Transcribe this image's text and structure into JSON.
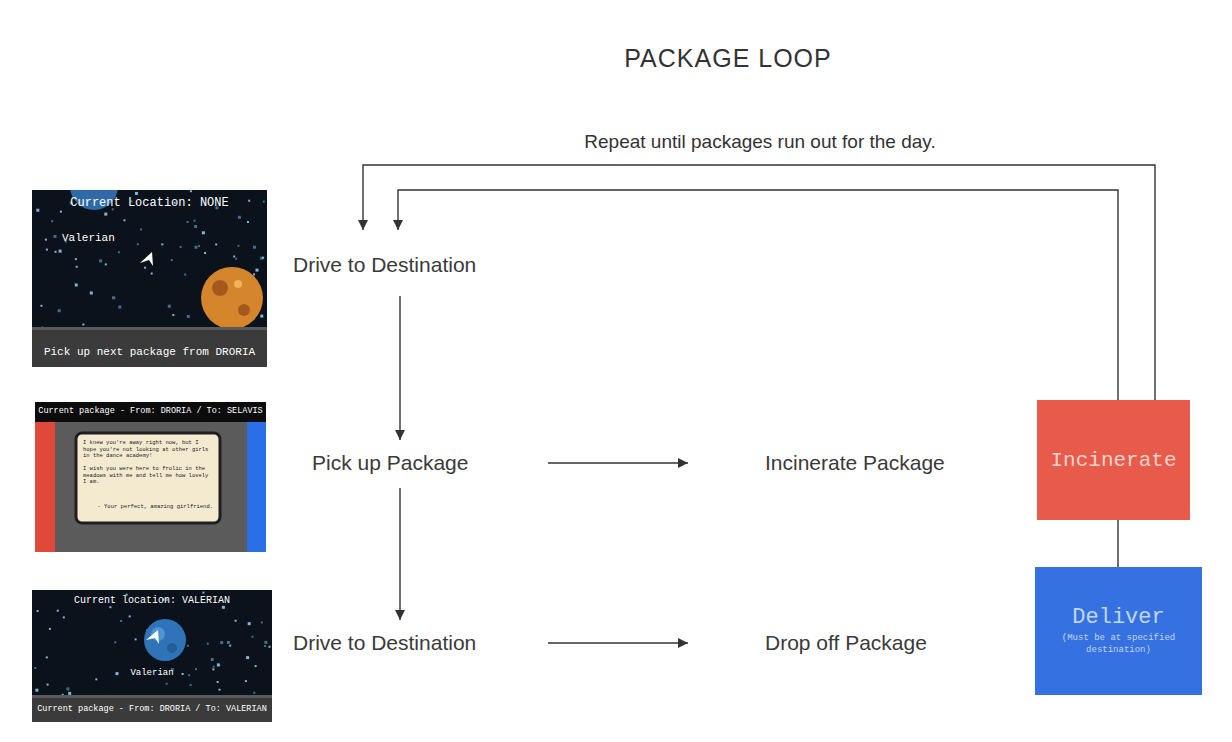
{
  "diagram": {
    "title": "PACKAGE LOOP",
    "nodes": [
      {
        "text": [
          "Drive to Destination"
        ]
      },
      {
        "text": [
          "Pick up Package"
        ]
      },
      {
        "text": [
          "Incinerate Package"
        ]
      },
      {
        "text": [
          "Drive to Destination"
        ]
      },
      {
        "text": [
          "Drop off Package"
        ]
      },
      {
        "text": [
          "Incinerate"
        ]
      },
      {
        "text": [
          "Deliver",
          "(Must be at specified destination)"
        ]
      }
    ],
    "edges": [
      {
        "from": 0,
        "to": 1,
        "arrow": "to"
      },
      {
        "from": 1,
        "to": 2,
        "arrow": "to"
      },
      {
        "from": 1,
        "to": 3,
        "arrow": "to"
      },
      {
        "from": 3,
        "to": 4,
        "arrow": "to"
      },
      {
        "from": 5,
        "to": 0,
        "arrow": "to"
      },
      {
        "from": 5,
        "to": 0,
        "arrow": "to"
      },
      {
        "from": 6,
        "to": 5,
        "arrow": "none"
      }
    ],
    "labels": [
      "Repeat until packages run out for the day.",
      "Current Location: NONE",
      "Valerian",
      "Pick up next package from DRORIA",
      "Current package - From: DRORIA / To: SELAVIS",
      "I knew you're away right now, but I hope you're not looking at other girls in the dance academy!",
      "I wish you were here to frolic in the meadows with me and tell me how lovely I am.",
      "- Your perfect, amazing girlfriend.",
      "Current location: VALERIAN",
      "Valerian",
      "Current package - From: DRORIA / To: VALERIAN"
    ]
  }
}
